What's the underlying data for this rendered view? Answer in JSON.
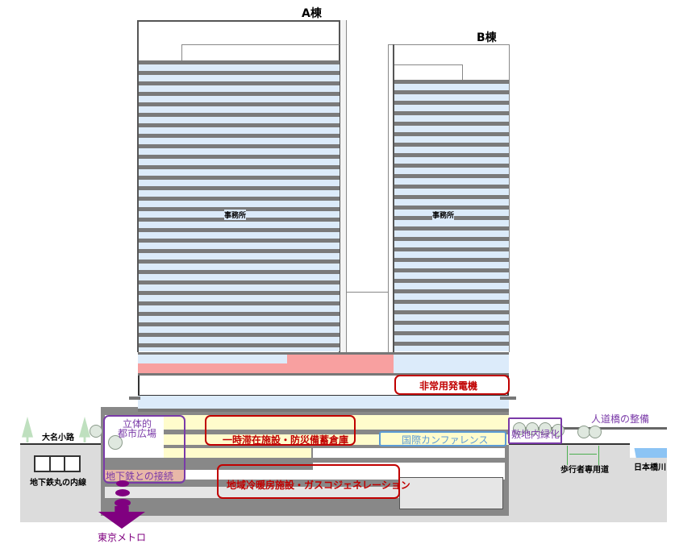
{
  "buildings": {
    "a_label": "A棟",
    "b_label": "B棟",
    "a_office": "事務所",
    "b_office": "事務所"
  },
  "left": {
    "street": "大名小路",
    "subway_line": "地下鉄丸の内線",
    "plaza": "立体的\n都市広場",
    "plaza_line1": "立体的",
    "plaza_line2": "都市広場",
    "subway_connection": "地下鉄との接続",
    "metro": "東京メトロ"
  },
  "facilities": {
    "generator": "非常用発電機",
    "shelter": "一時滞在施設・防災備蓄倉庫",
    "conference": "国際カンファレンス",
    "energy": "地域冷暖房施設・ガスコジェネレーション"
  },
  "right": {
    "greening": "敷地内緑化",
    "bridge": "人道橋の整備",
    "walkway": "歩行者専用道",
    "river": "日本橋川"
  },
  "colors": {
    "red": "#c00000",
    "purple": "#7a3aa8",
    "blue": "#5b9bd5",
    "glass": "#dcebfa",
    "pink": "#f8a0a0",
    "yellow": "#fffccc"
  }
}
